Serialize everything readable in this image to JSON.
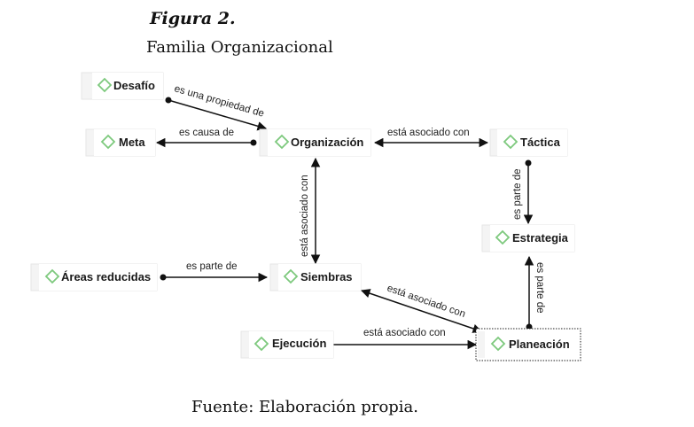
{
  "figure": {
    "number": "Figura 2.",
    "title": "Familia Organizacional",
    "source": "Fuente: Elaboración propia."
  },
  "nodes": [
    {
      "id": "desafio",
      "label": "Desafío"
    },
    {
      "id": "meta",
      "label": "Meta"
    },
    {
      "id": "organizacion",
      "label": "Organización"
    },
    {
      "id": "tactica",
      "label": "Táctica"
    },
    {
      "id": "estrategia",
      "label": "Estrategia"
    },
    {
      "id": "areas",
      "label": "Áreas reducidas"
    },
    {
      "id": "siembras",
      "label": "Siembras"
    },
    {
      "id": "ejecucion",
      "label": "Ejecución"
    },
    {
      "id": "planeacion",
      "label": "Planeación"
    }
  ],
  "edges": [
    {
      "from": "desafio",
      "to": "organizacion",
      "label": "es una propiedad de"
    },
    {
      "from": "organizacion",
      "to": "meta",
      "label": "es causa de"
    },
    {
      "from": "organizacion",
      "to": "tactica",
      "label": "está asociado con"
    },
    {
      "from": "organizacion",
      "to": "siembras",
      "label": "está asociado con"
    },
    {
      "from": "tactica",
      "to": "estrategia",
      "label": "es parte de"
    },
    {
      "from": "areas",
      "to": "siembras",
      "label": "es parte de"
    },
    {
      "from": "planeacion",
      "to": "siembras",
      "label": "está asociado con"
    },
    {
      "from": "planeacion",
      "to": "estrategia",
      "label": "es parte de"
    },
    {
      "from": "ejecucion",
      "to": "planeacion",
      "label": "está asociado con"
    }
  ],
  "colors": {
    "diamond": "#7dc97d",
    "node_bg": "#f4f4f4",
    "node_edge": "#e6e6e6",
    "arrow": "#111111"
  }
}
